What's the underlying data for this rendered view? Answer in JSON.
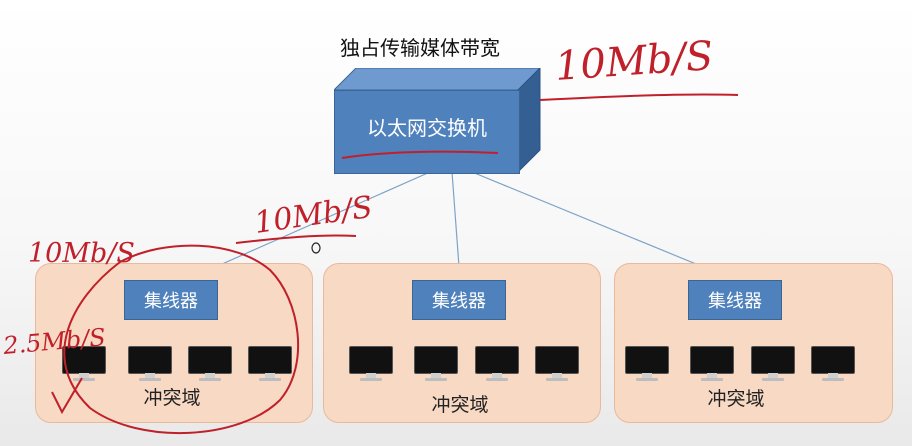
{
  "title": "独占传输媒体带宽",
  "switch": {
    "label": "以太网交换机"
  },
  "domains": [
    {
      "hub_label": "集线器",
      "domain_label": "冲突域"
    },
    {
      "hub_label": "集线器",
      "domain_label": "冲突域"
    },
    {
      "hub_label": "集线器",
      "domain_label": "冲突域"
    }
  ],
  "annotations": {
    "switch_bandwidth": "10Mb/S",
    "link_bandwidth": "10Mb/S",
    "hub_bandwidth": "10Mb/S",
    "per_host_bandwidth": "2.5Mb/S"
  },
  "colors": {
    "device_blue": "#4f81bd",
    "domain_fill": "#f8d9c4",
    "ink_red": "#c0202a"
  }
}
